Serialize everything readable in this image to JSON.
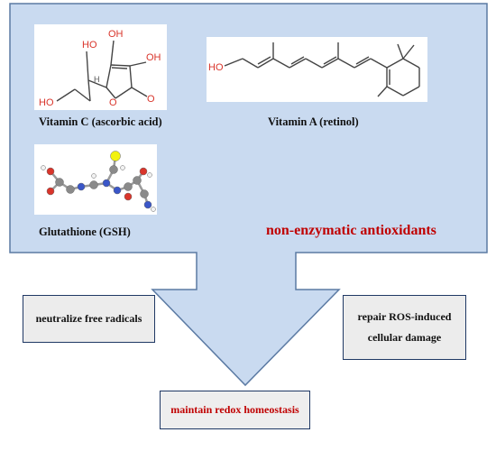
{
  "molecules": [
    {
      "name": "Vitamin C (ascorbic acid)",
      "atoms": [
        "HO",
        "OH",
        "OH",
        "HO",
        "H",
        "O",
        "O"
      ]
    },
    {
      "name": "Vitamin A (retinol)",
      "atoms": [
        "HO"
      ]
    },
    {
      "name": "Glutathione (GSH)",
      "atoms": []
    }
  ],
  "category_label": "non-enzymatic antioxidants",
  "effects": {
    "left": "neutralize free radicals",
    "right_line1": "repair ROS-induced",
    "right_line2": "cellular damage"
  },
  "outcome": "maintain redox homeostasis",
  "colors": {
    "panel_fill": "#c9daf0",
    "panel_stroke": "#5b7aa3",
    "accent_red": "#c00000",
    "box_fill": "#ececec",
    "box_border": "#1f3864",
    "oxygen_red": "#d9352b",
    "nitrogen_blue": "#3a56c8",
    "sulfur_yellow": "#f2f20f",
    "carbon_gray": "#8a8a8a"
  }
}
